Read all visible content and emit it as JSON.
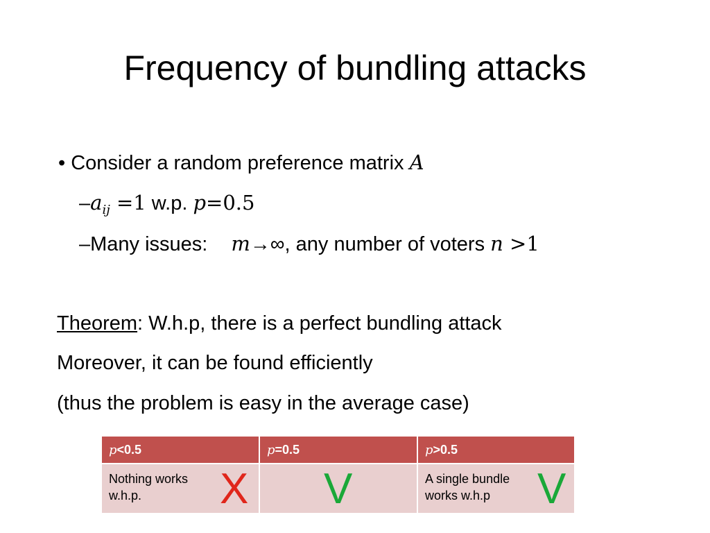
{
  "title": "Frequency of bundling attacks",
  "bullets": {
    "b1_text": "• Consider a random preference matrix ",
    "b1_var": "A",
    "b2_dash": "–",
    "b2_var": "a",
    "b2_sub": "ij",
    "b2_eq": " =1",
    "b2_wp": " w.p. ",
    "b2_p": "p",
    "b2_val": "=0.5",
    "b3_text": "–Many issues:",
    "b3_m": "m",
    "b3_arrow": "→∞",
    "b3_rest": ", any number of voters ",
    "b3_n": "n",
    "b3_gt": " >1"
  },
  "theorem": {
    "label": "Theorem",
    "text": ": W.h.p, there is a perfect bundling attack",
    "line2": "Moreover, it can be found efficiently",
    "line3": "(thus the problem is easy in the average case)"
  },
  "table": {
    "headers": [
      {
        "var": "p",
        "cond": "<0.5"
      },
      {
        "var": "p",
        "cond": "=0.5"
      },
      {
        "var": "p",
        "cond": ">0.5"
      }
    ],
    "cells": [
      {
        "text": "Nothing works\nw.h.p.",
        "mark": "X"
      },
      {
        "text": "",
        "mark": "V"
      },
      {
        "text": "A single bundle\nworks w.h.p",
        "mark": "V"
      }
    ]
  },
  "colors": {
    "header_bg": "#c0504d",
    "cell_bg": "#e9cfcf",
    "x_mark": "#e0261b",
    "v_mark": "#1aa838"
  }
}
